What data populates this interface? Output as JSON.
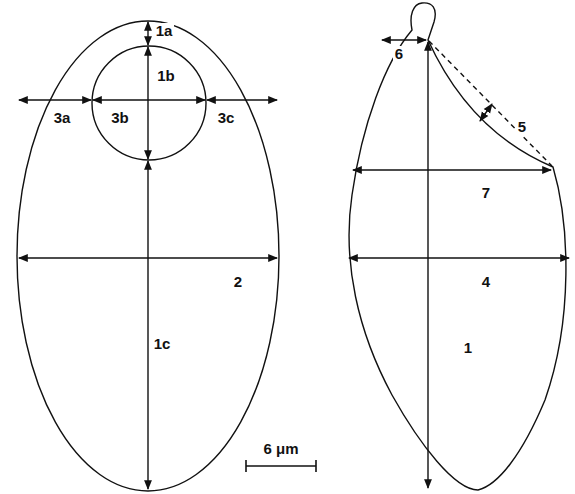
{
  "diagram": {
    "labels": [
      "1a",
      "1b",
      "3a",
      "3b",
      "3c",
      "1c",
      "2",
      "6",
      "5",
      "7",
      "4",
      "1",
      "6 μm"
    ]
  }
}
